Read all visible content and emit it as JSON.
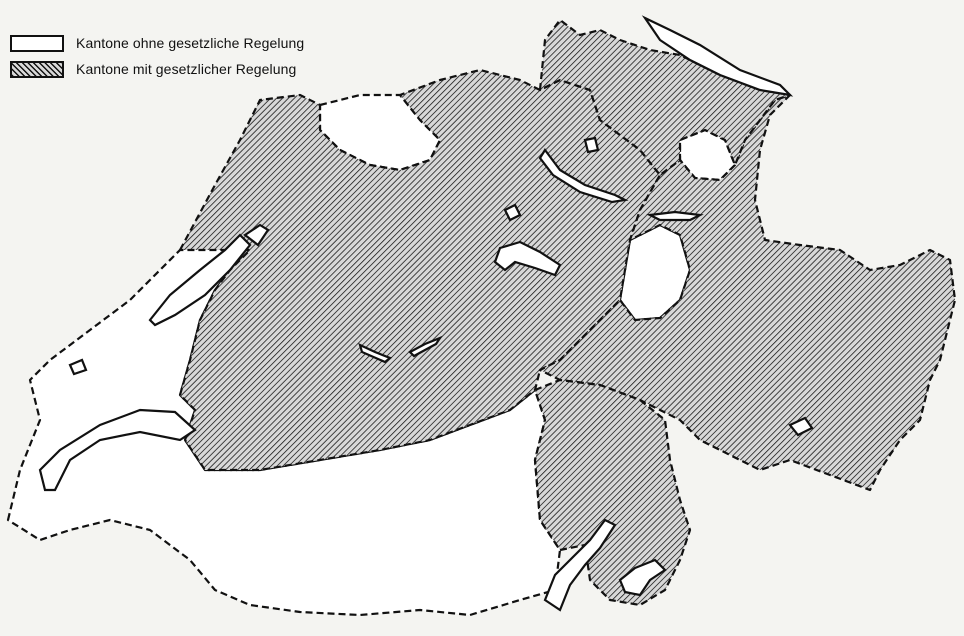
{
  "legend": {
    "items": [
      {
        "label": "Kantone ohne gesetzliche Regelung",
        "pattern": "white",
        "color": "#ffffff"
      },
      {
        "label": "Kantone mit gesetzlicher Regelung",
        "pattern": "hatched",
        "color": "#111111"
      }
    ]
  },
  "colors": {
    "ink": "#111111",
    "hatch_bg": "#d8d8d8",
    "paper": "#f4f4f1",
    "lake": "#ffffff"
  }
}
